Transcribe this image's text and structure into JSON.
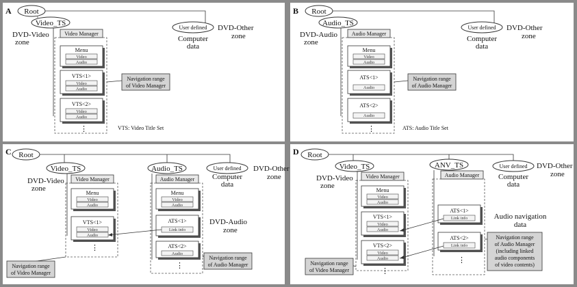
{
  "panels": [
    {
      "letter": "A",
      "root": "Root",
      "ts": "Video_TS",
      "zone": [
        "DVD-Video",
        "zone"
      ],
      "manager": "Video Manager",
      "menu": "Menu",
      "sub": [
        "Video",
        "Audio"
      ],
      "set1": "VTS<1>",
      "set2": "VTS<2>",
      "userdef": "User defined",
      "computer": [
        "Computer",
        "data"
      ],
      "other": [
        "DVD-Other",
        "zone"
      ],
      "nav": [
        "Navigation range",
        "of Video Manager"
      ],
      "footnote": "VTS: Video Title Set"
    },
    {
      "letter": "B",
      "root": "Root",
      "ts": "Audio_TS",
      "zone": [
        "DVD-Audio",
        "zone"
      ],
      "manager": "Audio Manager",
      "menu": "Menu",
      "sub": [
        "Video",
        "Audio"
      ],
      "set1": "ATS<1>",
      "set2": "ATS<2>",
      "setsub": "Audio",
      "userdef": "User defined",
      "computer": [
        "Computer",
        "data"
      ],
      "other": [
        "DVD-Other",
        "zone"
      ],
      "nav": [
        "Navigation range",
        "of Audio Manager"
      ],
      "footnote": "ATS: Audio Title Set"
    },
    {
      "letter": "C",
      "root": "Root",
      "ts1": "Video_TS",
      "ts2": "Audio_TS",
      "zone1": [
        "DVD-Video",
        "zone"
      ],
      "zone2": [
        "DVD-Audio",
        "zone"
      ],
      "manager1": "Video Manager",
      "manager2": "Audio Manager",
      "menu": "Menu",
      "sub": [
        "Video",
        "Audio"
      ],
      "vset": "VTS<1>",
      "aset1": "ATS<1>",
      "aset2": "ATS<2>",
      "linkinfo": "Link info",
      "audio": "Audio",
      "userdef": "User defined",
      "computer": [
        "Computer",
        "data"
      ],
      "other": [
        "DVD-Other",
        "zone"
      ],
      "nav1": [
        "Navigation range",
        "of Video Manager"
      ],
      "nav2": [
        "Navigation range",
        "of Audio Manager"
      ]
    },
    {
      "letter": "D",
      "root": "Root",
      "ts1": "Video_TS",
      "ts2": "ANV_TS",
      "zone1": [
        "DVD-Video",
        "zone"
      ],
      "manager1": "Video Manager",
      "manager2": "Audio Manager",
      "menu": "Menu",
      "sub": [
        "Video",
        "Audio"
      ],
      "vset1": "VTS<1>",
      "vset2": "VTS<2>",
      "aset1": "ATS<1>",
      "aset2": "ATS<2>",
      "linkinfo": "Link info",
      "userdef": "User defined",
      "computer": [
        "Computer",
        "data"
      ],
      "other": [
        "DVD-Other",
        "zone"
      ],
      "audionav": [
        "Audio navigation",
        "data"
      ],
      "nav1": [
        "Navigation range",
        "of Video Manager"
      ],
      "nav2": [
        "Navigation range",
        "of Audio Manager",
        "(including linked",
        "audio components",
        "of video contents)"
      ]
    }
  ]
}
